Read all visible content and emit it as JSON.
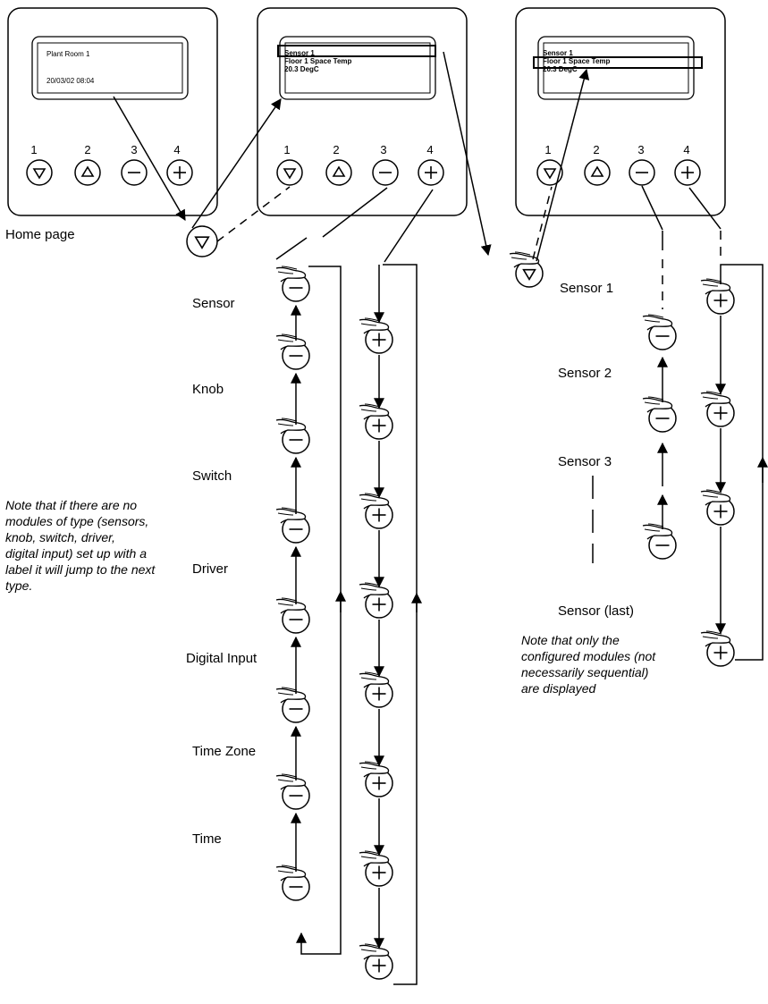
{
  "home_label": "Home page",
  "panel1": {
    "line1": "Plant Room 1",
    "line2": "20/03/02 08:04"
  },
  "panel2": {
    "line1": "Sensor 1",
    "line2": "Floor 1 Space Temp",
    "line3": "20.3 DegC"
  },
  "panel3": {
    "line1": "Sensor 1",
    "line2": "Floor 1 Space Temp",
    "line3": "20.3 DegC"
  },
  "button_numbers": [
    "1",
    "2",
    "3",
    "4"
  ],
  "menu_labels": [
    "Sensor",
    "Knob",
    "Switch",
    "Driver",
    "Digital Input",
    "Time Zone",
    "Time"
  ],
  "sensor_labels": [
    "Sensor 1",
    "Sensor 2",
    "Sensor 3",
    "Sensor (last)"
  ],
  "note_left": [
    "Note that if there are no",
    "modules of type (sensors,",
    "knob, switch, driver,",
    "digital input) set up with a",
    "label it will jump to the next",
    "type."
  ],
  "note_right": [
    "Note that only the",
    "configured modules (not",
    "necessarily sequential)",
    "are displayed"
  ],
  "icons": {
    "down": "triangle-down-icon",
    "up": "triangle-up-icon",
    "minus": "minus-icon",
    "plus": "plus-icon",
    "finger": "finger-press-icon"
  }
}
